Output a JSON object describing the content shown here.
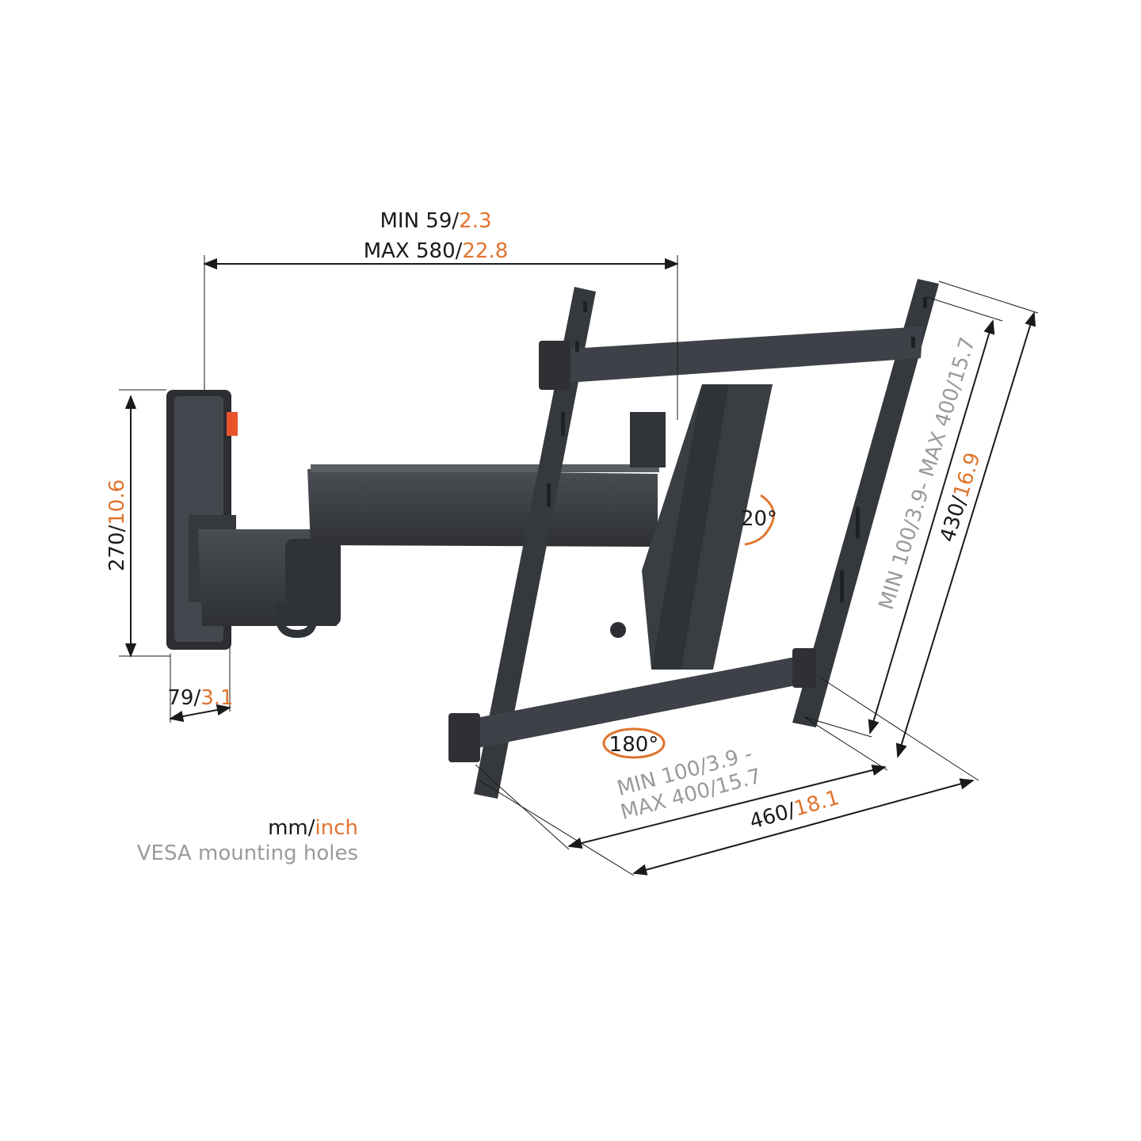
{
  "colors": {
    "dimension_text": "#1a1a1a",
    "inch_value": "#e0742e",
    "vesa_text": "#9a9a9a",
    "product": "#3a3d42"
  },
  "arm_depth": {
    "min_mm": "MIN 59/",
    "min_in": "2.3",
    "max_mm": "MAX 580/",
    "max_in": "22.8"
  },
  "plate_height": {
    "mm": "270/",
    "in": "10.6"
  },
  "plate_depth": {
    "mm": "79/",
    "in": "3.1"
  },
  "tilt": {
    "label": "20°"
  },
  "swivel": {
    "label": "180°"
  },
  "vesa_horizontal": {
    "line1_mm": "MIN 100/",
    "line1_in": "3.9 -",
    "line2_mm": "MAX 400/",
    "line2_in": "15.7"
  },
  "bracket_width": {
    "mm": "460/",
    "in": "18.1"
  },
  "vesa_vertical": {
    "min_mm": "MIN 100/",
    "min_in": "3.9",
    "sep": "- ",
    "max_mm": "MAX 400/",
    "max_in": "15.7"
  },
  "bracket_height": {
    "mm": "430/",
    "in": "16.9"
  },
  "legend": {
    "mm": "mm/",
    "inch": "inch",
    "vesa": "VESA mounting holes"
  }
}
